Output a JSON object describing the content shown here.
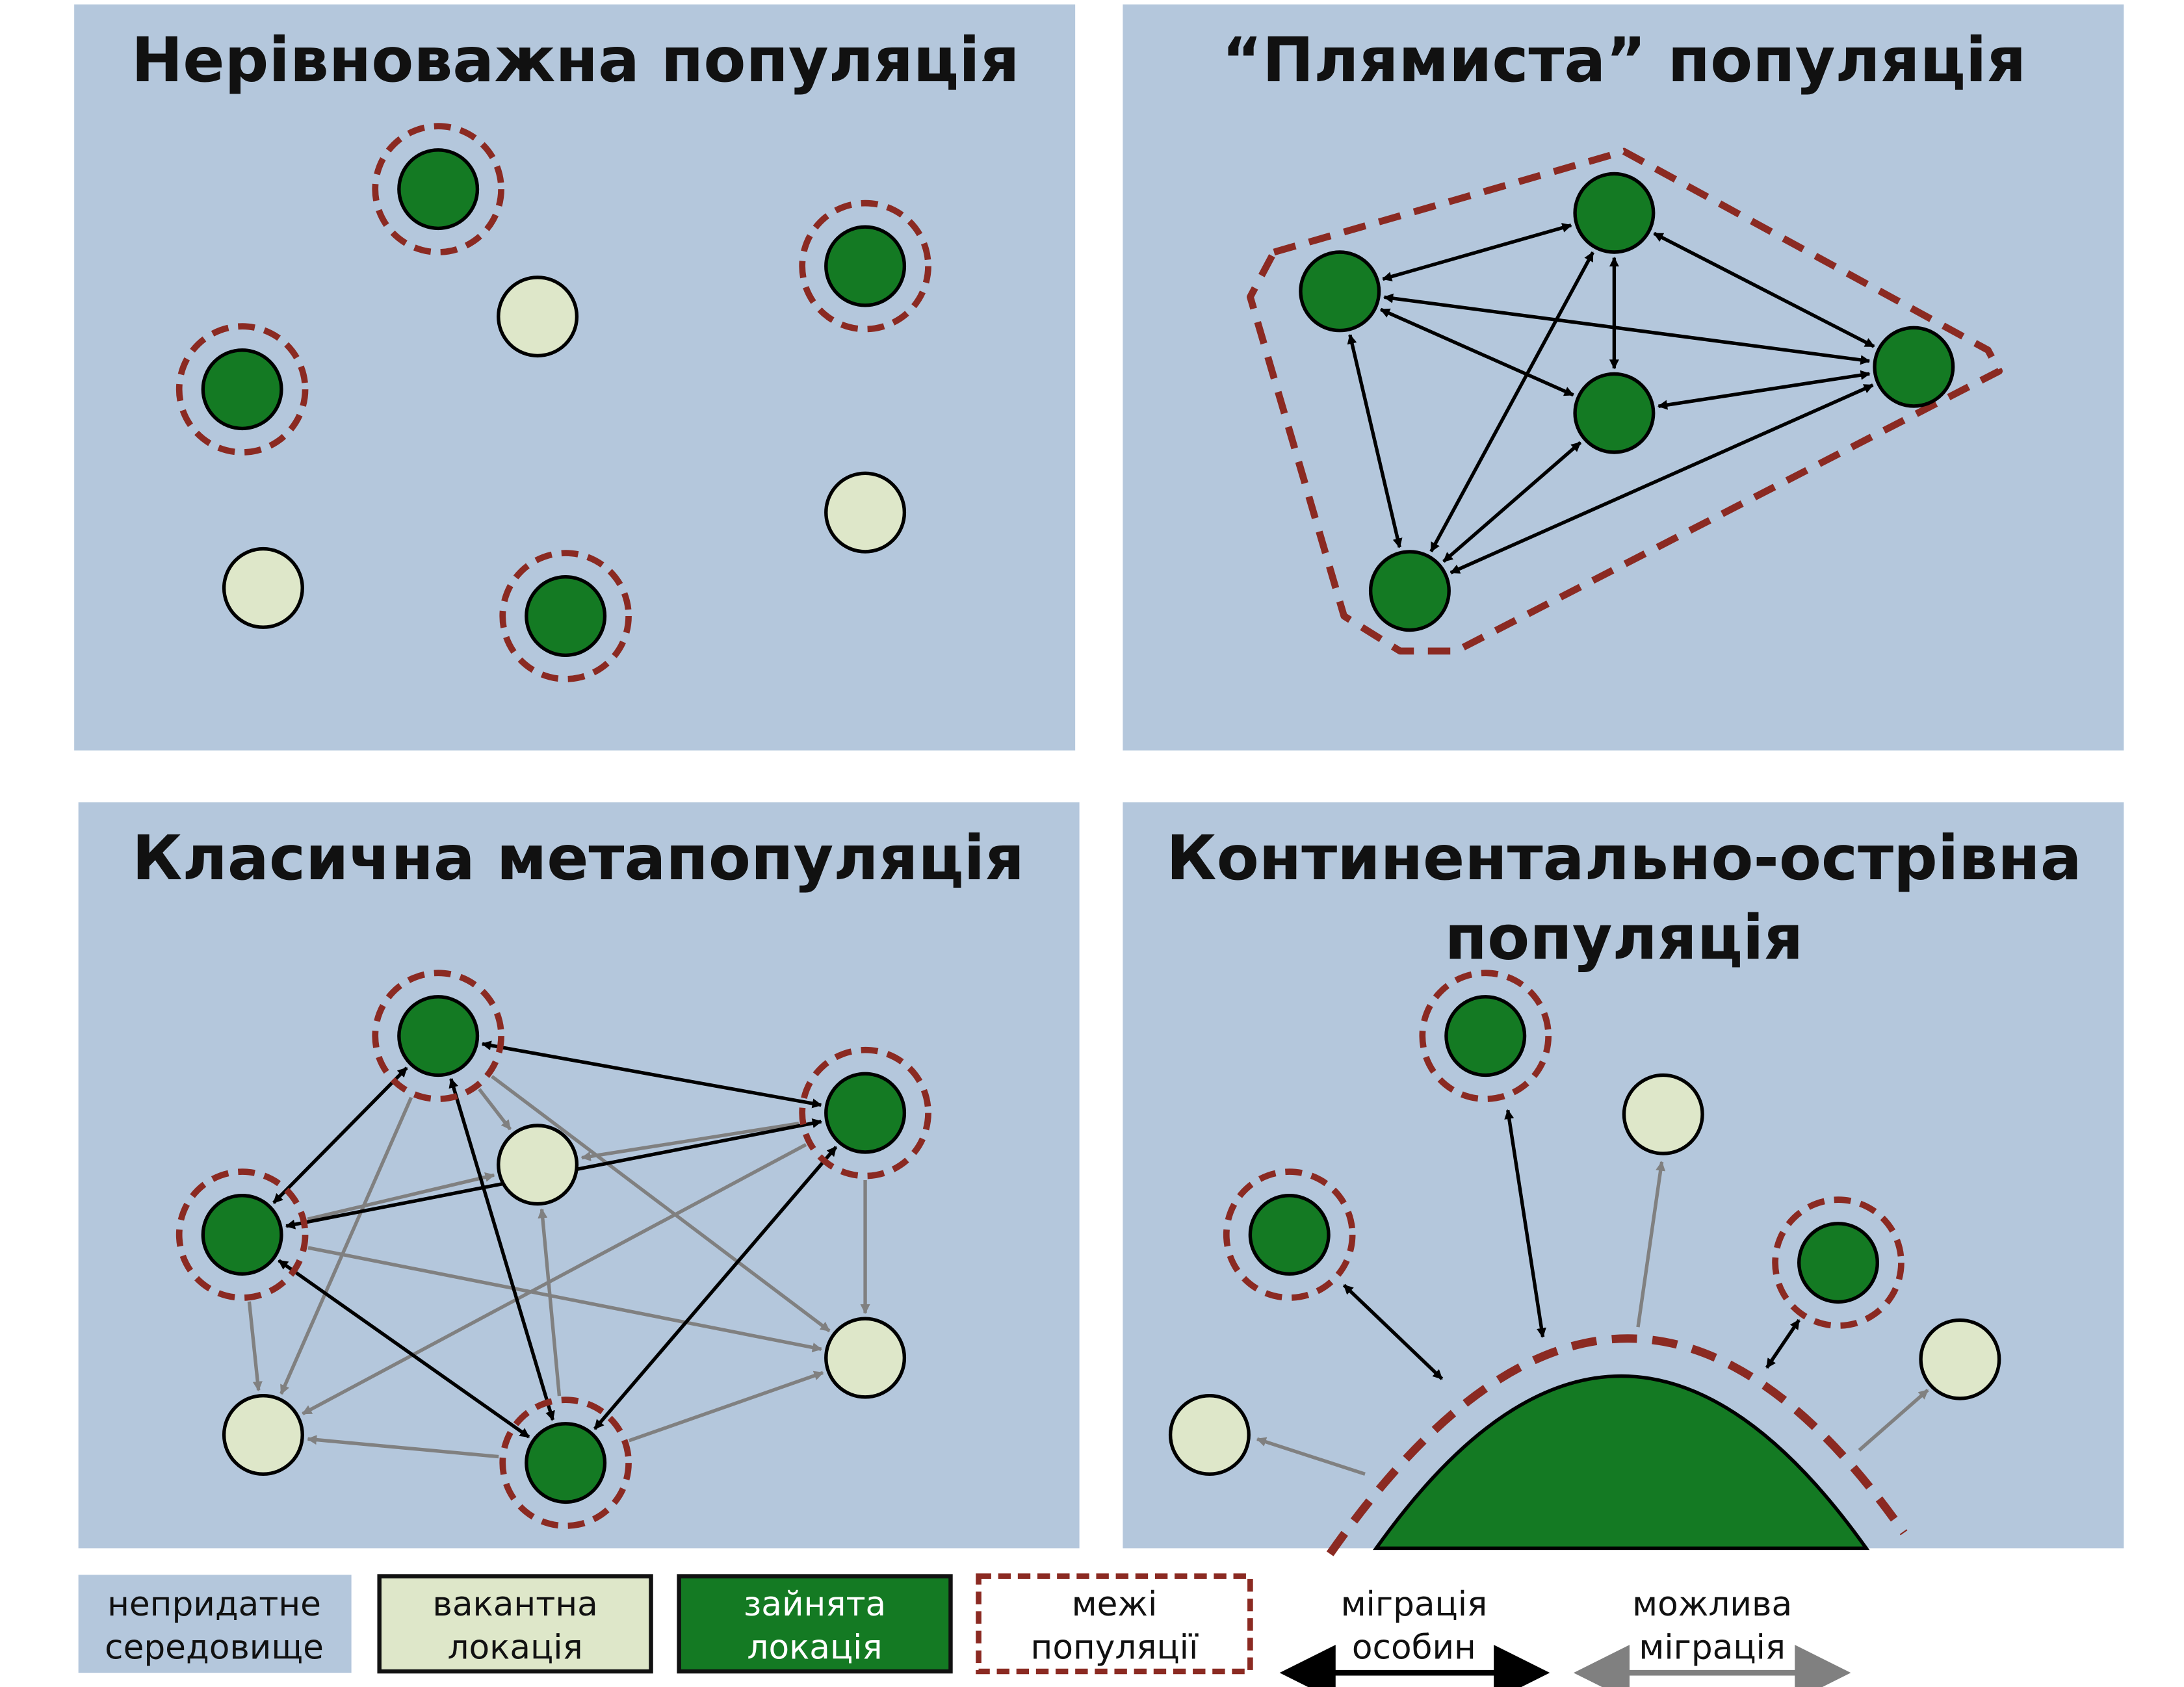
{
  "colors": {
    "habitat": "#b4c7dc",
    "vacant": "#dee7c9",
    "occupied": "#147a23",
    "boundary": "#8b2a22",
    "migration": "#000000",
    "possible_migration": "#808080"
  },
  "panels": {
    "nonequilibrium": {
      "title": "Нерівноважна популяція",
      "nodes": {
        "a": "occupied",
        "b": "occupied",
        "c": "occupied",
        "d": "occupied",
        "v1": "vacant",
        "v2": "vacant",
        "v3": "vacant"
      },
      "bounded": [
        "a",
        "b",
        "c",
        "d"
      ],
      "migration": [],
      "possible": []
    },
    "patchy": {
      "title": "“Плямиста” популяція",
      "nodes": {
        "a": "occupied",
        "b": "occupied",
        "c": "occupied",
        "d": "occupied",
        "e": "occupied"
      },
      "bounded": [],
      "migration": [
        [
          "a",
          "b"
        ],
        [
          "a",
          "c"
        ],
        [
          "a",
          "d"
        ],
        [
          "a",
          "e"
        ],
        [
          "b",
          "d"
        ],
        [
          "b",
          "c"
        ],
        [
          "b",
          "e"
        ],
        [
          "d",
          "c"
        ],
        [
          "d",
          "e"
        ],
        [
          "c",
          "e"
        ]
      ],
      "possible": []
    },
    "classic": {
      "title": "Класична метапопуляція",
      "nodes": {
        "p": "occupied",
        "q": "occupied",
        "r": "occupied",
        "s": "occupied",
        "v1": "vacant",
        "v2": "vacant",
        "v3": "vacant"
      },
      "bounded": [
        "p",
        "q",
        "r",
        "s"
      ],
      "migration": [
        [
          "p",
          "q"
        ],
        [
          "p",
          "r"
        ],
        [
          "p",
          "s"
        ],
        [
          "r",
          "q"
        ],
        [
          "r",
          "s"
        ],
        [
          "s",
          "q"
        ]
      ],
      "possible": [
        [
          "p",
          "v1"
        ],
        [
          "p",
          "v3"
        ],
        [
          "p",
          "v2"
        ],
        [
          "q",
          "v1"
        ],
        [
          "q",
          "v2"
        ],
        [
          "q",
          "v3"
        ],
        [
          "r",
          "v1"
        ],
        [
          "r",
          "v3"
        ],
        [
          "r",
          "v2"
        ],
        [
          "s",
          "v1"
        ],
        [
          "s",
          "v2"
        ],
        [
          "s",
          "v3"
        ]
      ]
    },
    "mainland_island": {
      "title_line1": "Континентально-острівна",
      "title_line2": "популяція",
      "nodes": {
        "i1": "occupied",
        "i2": "occupied",
        "i3": "occupied",
        "v1": "vacant",
        "v2": "vacant",
        "v3": "vacant"
      },
      "bounded": [
        "i1",
        "i2",
        "i3"
      ]
    }
  },
  "legend": {
    "unsuitable": [
      "непридатне",
      "середовище"
    ],
    "vacant": [
      "вакантна",
      "локація"
    ],
    "occupied": [
      "зайнята",
      "локація"
    ],
    "boundary": [
      "межі",
      "популяції"
    ],
    "migration": [
      "міграція",
      "особин"
    ],
    "possible_migration": [
      "можлива",
      "міграція"
    ]
  }
}
